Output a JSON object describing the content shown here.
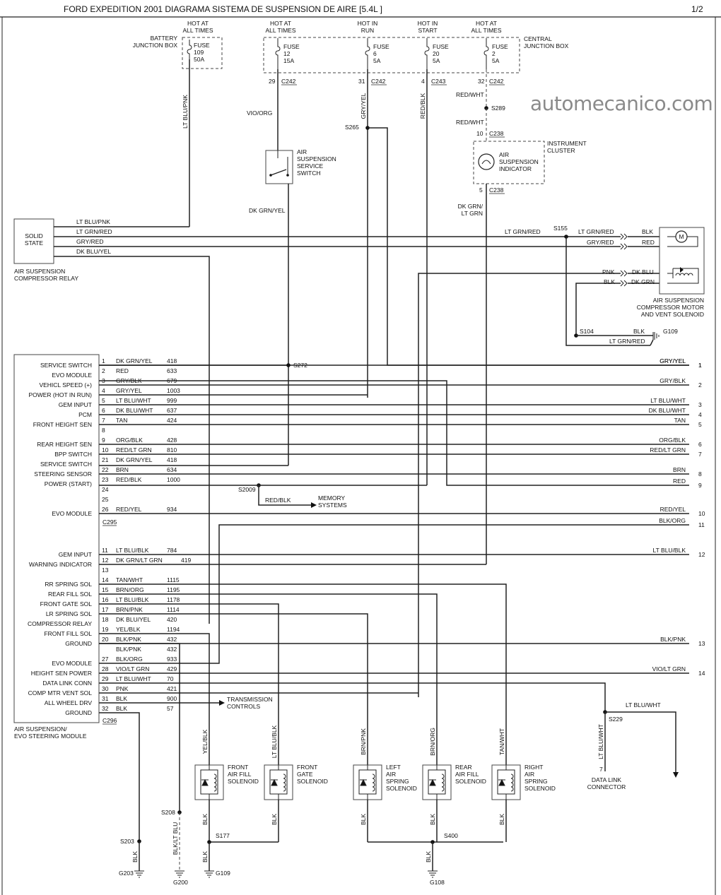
{
  "header": {
    "title": "FORD EXPEDITION 2001 DIAGRAMA SISTEMA DE SUSPENSION DE AIRE    [5.4L ]",
    "page": "1/2"
  },
  "watermark": "automecanico.com",
  "power": {
    "battery_box": "BATTERY\nJUNCTION BOX",
    "central_box": "CENTRAL\nJUNCTION BOX",
    "fuses": [
      {
        "hot": "HOT AT\nALL TIMES",
        "fuse": "FUSE\n109\n50A"
      },
      {
        "hot": "HOT AT\nALL TIMES",
        "fuse": "FUSE\n12\n15A",
        "pin": "29",
        "conn": "C242"
      },
      {
        "hot": "HOT IN\nRUN",
        "fuse": "FUSE\n6\n5A",
        "pin": "31",
        "conn": "C242"
      },
      {
        "hot": "HOT IN\nSTART",
        "fuse": "FUSE\n20\n5A",
        "pin": "4",
        "conn": "C243"
      },
      {
        "hot": "HOT AT\nALL TIMES",
        "fuse": "FUSE\n2\n5A",
        "pin": "32",
        "conn": "C242"
      }
    ]
  },
  "wires": {
    "lt_blu_pnk": "LT BLU/PNK",
    "vio_org": "VIO/ORG",
    "gry_yel": "GRY/YEL",
    "red_blk": "RED/BLK",
    "red_wht": "RED/WHT",
    "dk_grn_yel": "DK GRN/YEL",
    "dk_grn_lt_grn": "DK GRN/\nLT GRN",
    "lt_grn_red": "LT GRN/RED",
    "gry_red": "GRY/RED",
    "dk_blu_yel": "DK BLU/YEL",
    "blk": "BLK",
    "red": "RED",
    "pnk": "PNK",
    "dk_blu": "DK BLU",
    "dk_grn": "DK GRN",
    "yel_blk": "YEL/BLK",
    "lt_blu_blk": "LT BLU/BLK",
    "brn_pnk": "BRN/PNK",
    "brn_org": "BRN/ORG",
    "tan_wht": "TAN/WHT",
    "blk_lt_blu": "BLK/LT BLU",
    "lt_blu_wht": "LT BLU/WHT"
  },
  "splices": {
    "s265": "S265",
    "s289": "S289",
    "s155": "S155",
    "s104": "S104",
    "g109": "G109",
    "s272": "S272",
    "s2009": "S2009",
    "s229": "S229",
    "s208": "S208",
    "s203": "S203",
    "g203": "G203",
    "g200": "G200",
    "s177": "S177",
    "g109b": "G109",
    "s400": "S400",
    "g108": "G108"
  },
  "components": {
    "switch": "AIR\nSUSPENSION\nSERVICE\nSWITCH",
    "cluster": "INSTRUMENT\nCLUSTER",
    "indicator": "AIR\nSUSPENSION\nINDICATOR",
    "cluster_pin_top": "10",
    "cluster_conn_top": "C238",
    "cluster_pin_bot": "5",
    "cluster_conn_bot": "C238",
    "relay": "SOLID\nSTATE",
    "relay_label": "AIR SUSPENSION\nCOMPRESSOR RELAY",
    "motor_label": "AIR SUSPENSION\nCOMPRESSOR MOTOR\nAND VENT SOLENOID",
    "motor_symbol": "M",
    "memory": "MEMORY\nSYSTEMS",
    "transmission": "TRANSMISSION\nCONTROLS",
    "dlc": "DATA LINK\nCONNECTOR",
    "dlc_pin": "7",
    "module_label": "AIR SUSPENSION/\nEVO STEERING MODULE",
    "c295": "C295",
    "c296": "C296",
    "sol_front_fill": "FRONT\nAIR FILL\nSOLENOID",
    "sol_front_gate": "FRONT\nGATE\nSOLENOID",
    "sol_left": "LEFT\nAIR\nSPRING\nSOLENOID",
    "sol_rear": "REAR\nAIR FILL\nSOLENOID",
    "sol_right": "RIGHT\nAIR\nSPRING\nSOLENOID"
  },
  "module_pins": [
    {
      "label": "SERVICE SWITCH",
      "pin": "1",
      "wire": "DK GRN/YEL",
      "circ": "418"
    },
    {
      "label": "EVO MODULE",
      "pin": "2",
      "wire": "RED",
      "circ": "633"
    },
    {
      "label": "VEHICL SPEED (+)",
      "pin": "3",
      "wire": "GRY/BLK",
      "circ": "679"
    },
    {
      "label": "POWER (HOT IN RUN)",
      "pin": "4",
      "wire": "GRY/YEL",
      "circ": "1003"
    },
    {
      "label": "GEM INPUT",
      "pin": "5",
      "wire": "LT BLU/WHT",
      "circ": "999"
    },
    {
      "label": "PCM",
      "pin": "6",
      "wire": "DK BLU/WHT",
      "circ": "637"
    },
    {
      "label": "FRONT HEIGHT SEN",
      "pin": "7",
      "wire": "TAN",
      "circ": "424"
    },
    {
      "label": "",
      "pin": "8",
      "wire": "",
      "circ": ""
    },
    {
      "label": "REAR HEIGHT SEN",
      "pin": "9",
      "wire": "ORG/BLK",
      "circ": "428"
    },
    {
      "label": "BPP SWITCH",
      "pin": "10",
      "wire": "RED/LT GRN",
      "circ": "810"
    },
    {
      "label": "SERVICE SWITCH",
      "pin": "21",
      "wire": "DK GRN/YEL",
      "circ": "418"
    },
    {
      "label": "STEERING SENSOR",
      "pin": "22",
      "wire": "BRN",
      "circ": "634"
    },
    {
      "label": "POWER (START)",
      "pin": "23",
      "wire": "RED/BLK",
      "circ": "1000"
    },
    {
      "label": "",
      "pin": "24",
      "wire": "",
      "circ": ""
    },
    {
      "label": "",
      "pin": "25",
      "wire": "",
      "circ": ""
    },
    {
      "label": "EVO MODULE",
      "pin": "26",
      "wire": "RED/YEL",
      "circ": "934"
    },
    {
      "label": "GEM INPUT",
      "pin": "11",
      "wire": "LT BLU/BLK",
      "circ": "784"
    },
    {
      "label": "WARNING INDICATOR",
      "pin": "12",
      "wire": "DK GRN/LT GRN",
      "circ": "419"
    },
    {
      "label": "",
      "pin": "13",
      "wire": "",
      "circ": ""
    },
    {
      "label": "RR SPRING SOL",
      "pin": "14",
      "wire": "TAN/WHT",
      "circ": "1115"
    },
    {
      "label": "REAR FILL SOL",
      "pin": "15",
      "wire": "BRN/ORG",
      "circ": "1195"
    },
    {
      "label": "FRONT GATE SOL",
      "pin": "16",
      "wire": "LT BLU/BLK",
      "circ": "1178"
    },
    {
      "label": "LR SPRING SOL",
      "pin": "17",
      "wire": "BRN/PNK",
      "circ": "1114"
    },
    {
      "label": "COMPRESSOR RELAY",
      "pin": "18",
      "wire": "DK BLU/YEL",
      "circ": "420"
    },
    {
      "label": "FRONT FILL SOL",
      "pin": "19",
      "wire": "YEL/BLK",
      "circ": "1194"
    },
    {
      "label": "GROUND",
      "pin": "20",
      "wire": "BLK/PNK",
      "circ": "432"
    },
    {
      "label": "",
      "pin": "",
      "wire": "BLK/PNK",
      "circ": "432"
    },
    {
      "label": "EVO MODULE",
      "pin": "27",
      "wire": "BLK/ORG",
      "circ": "933"
    },
    {
      "label": "HEIGHT SEN POWER",
      "pin": "28",
      "wire": "VIO/LT GRN",
      "circ": "429"
    },
    {
      "label": "DATA LINK CONN",
      "pin": "29",
      "wire": "LT BLU/WHT",
      "circ": "70"
    },
    {
      "label": "COMP MTR VENT SOL",
      "pin": "30",
      "wire": "PNK",
      "circ": "421"
    },
    {
      "label": "ALL WHEEL DRV",
      "pin": "31",
      "wire": "BLK",
      "circ": "900"
    },
    {
      "label": "GROUND",
      "pin": "32",
      "wire": "BLK",
      "circ": "57"
    }
  ],
  "right_outputs": [
    {
      "wire": "GRY/YEL",
      "num": "1"
    },
    {
      "wire": "GRY/BLK",
      "num": "2"
    },
    {
      "wire": "LT BLU/WHT",
      "num": "3"
    },
    {
      "wire": "DK BLU/WHT",
      "num": "4"
    },
    {
      "wire": "TAN",
      "num": "5"
    },
    {
      "wire": "ORG/BLK",
      "num": "6"
    },
    {
      "wire": "RED/LT GRN",
      "num": "7"
    },
    {
      "wire": "BRN",
      "num": "8"
    },
    {
      "wire": "RED",
      "num": "9"
    },
    {
      "wire": "RED/YEL",
      "num": "10"
    },
    {
      "wire": "BLK/ORG",
      "num": "11"
    },
    {
      "wire": "LT BLU/BLK",
      "num": "12"
    },
    {
      "wire": "BLK/PNK",
      "num": "13"
    },
    {
      "wire": "VIO/LT GRN",
      "num": "14"
    }
  ]
}
